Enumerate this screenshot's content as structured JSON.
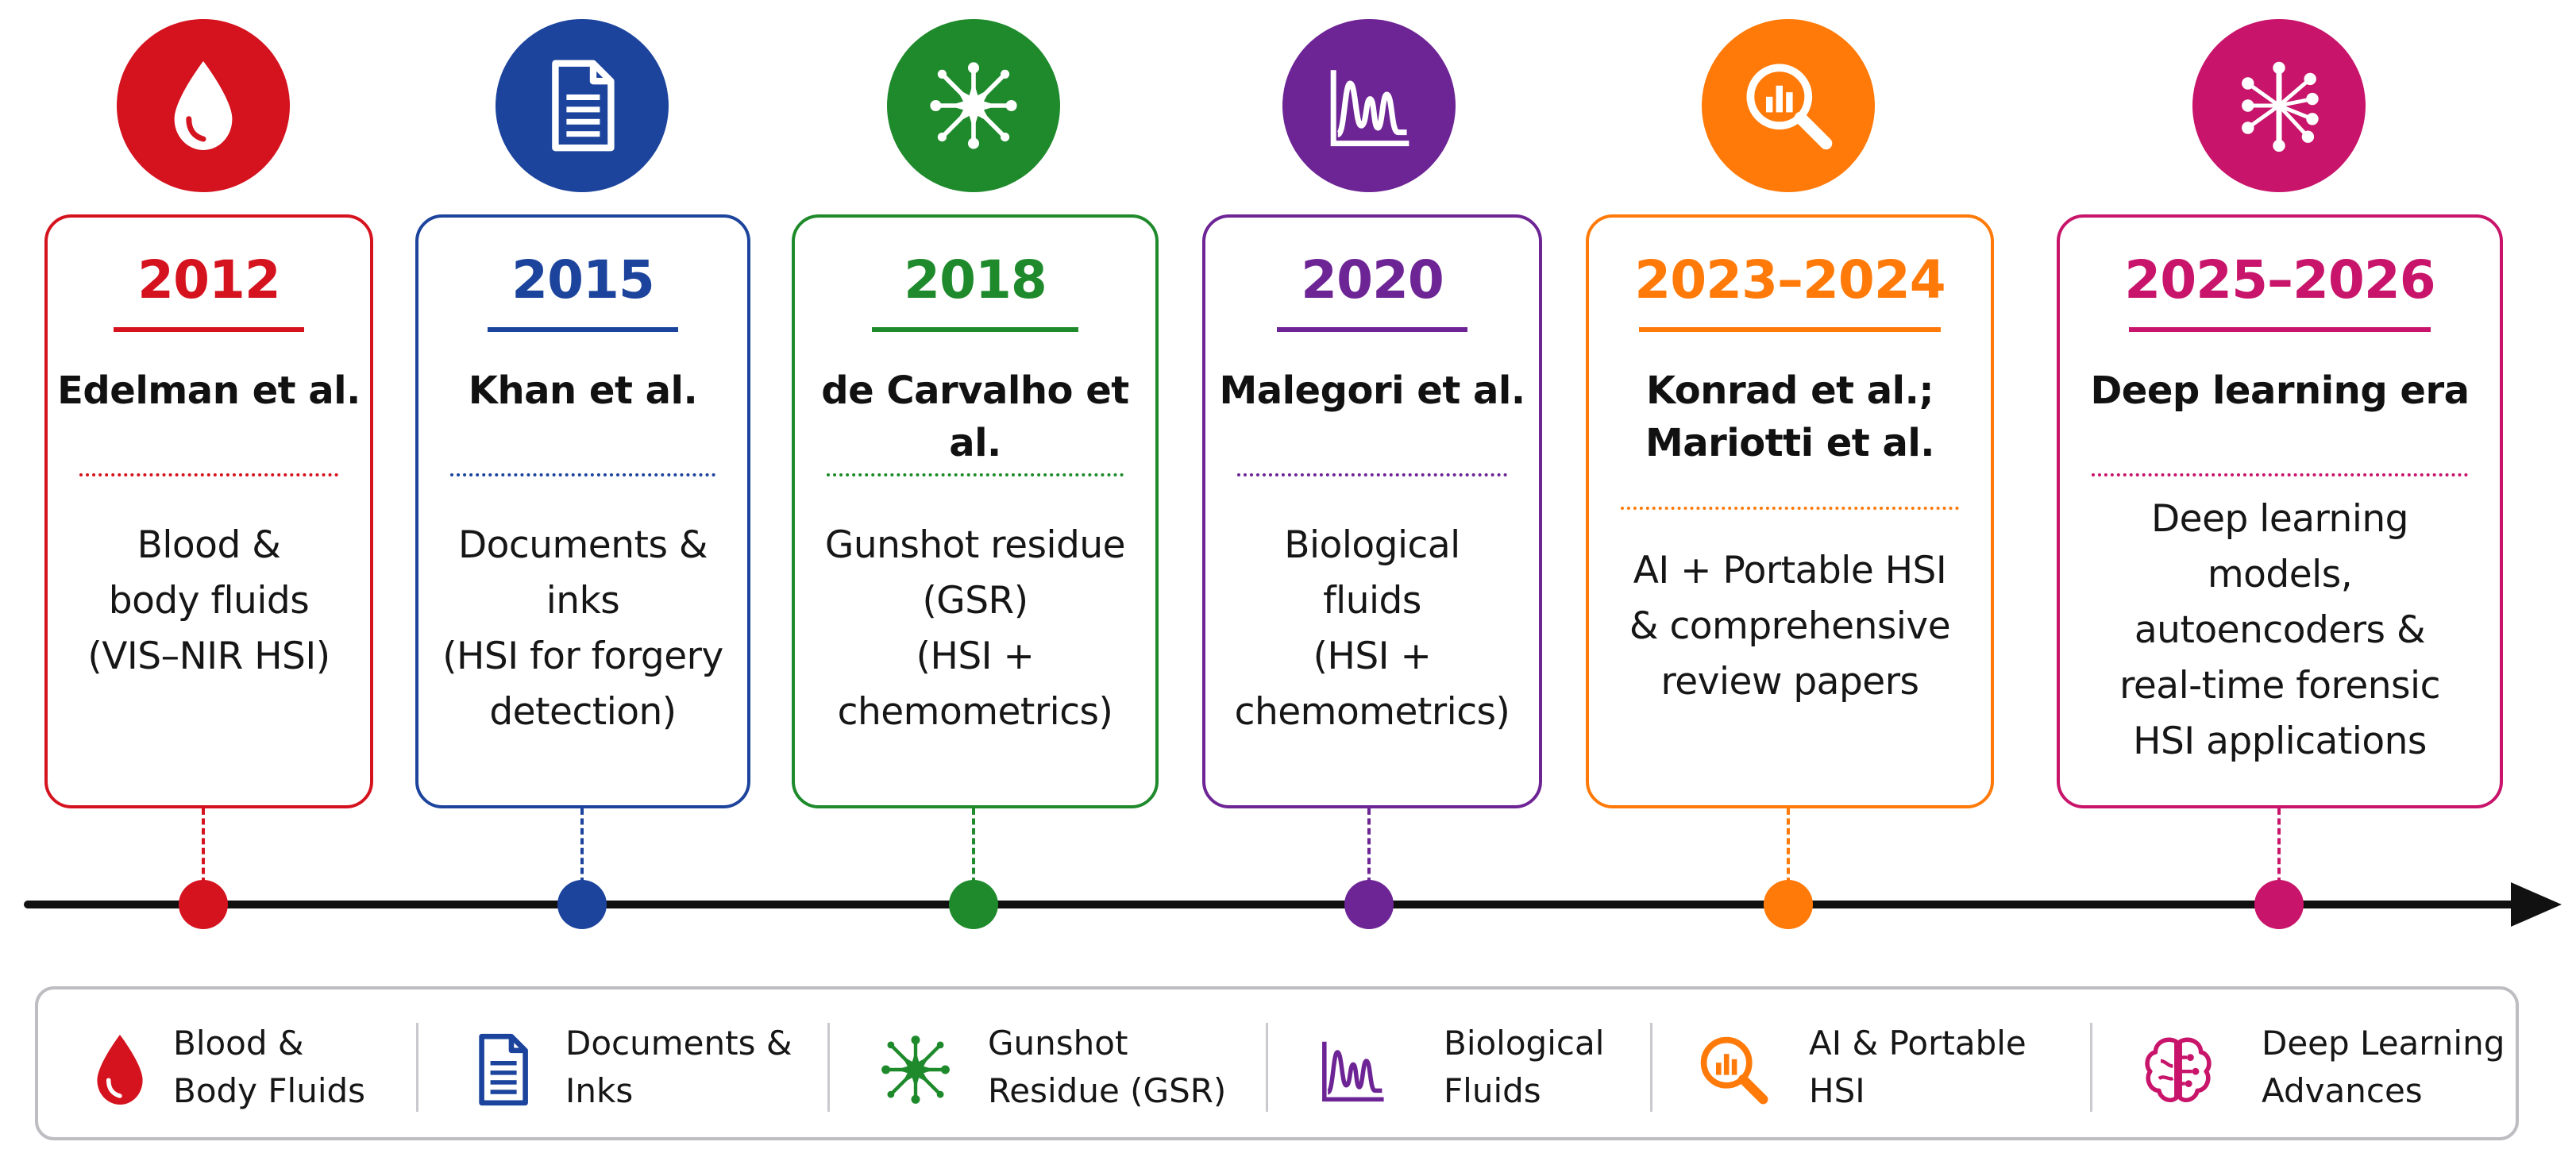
{
  "colors": {
    "red": "#d5131f",
    "blue": "#1c449d",
    "green": "#1e8a2b",
    "purple": "#6d2495",
    "orange": "#ff7a09",
    "magenta": "#c8146a",
    "axis": "#111111",
    "legend_border": "#bdbdc2"
  },
  "milestones": [
    {
      "id": "2012",
      "icon": "blood-drop-icon",
      "color_key": "red",
      "year": "2012",
      "authors": [
        "Edelman et al."
      ],
      "description": [
        "Blood &",
        "body fluids",
        "(VIS–NIR HSI)"
      ]
    },
    {
      "id": "2015",
      "icon": "document-icon",
      "color_key": "blue",
      "year": "2015",
      "authors": [
        "Khan et al."
      ],
      "description": [
        "Documents &",
        "inks",
        "(HSI for forgery",
        "detection)"
      ]
    },
    {
      "id": "2018",
      "icon": "gunshot-residue-icon",
      "color_key": "green",
      "year": "2018",
      "authors": [
        "de Carvalho et al."
      ],
      "description": [
        "Gunshot residue",
        "(GSR)",
        "(HSI +",
        "chemometrics)"
      ]
    },
    {
      "id": "2020",
      "icon": "spectrum-icon",
      "color_key": "purple",
      "year": "2020",
      "authors": [
        "Malegori et al."
      ],
      "description": [
        "Biological",
        "fluids",
        "(HSI +",
        "chemometrics)"
      ]
    },
    {
      "id": "2023-2024",
      "icon": "magnifier-chart-icon",
      "color_key": "orange",
      "year": "2023–2024",
      "authors": [
        "Konrad et al.;",
        "Mariotti et al."
      ],
      "description": [
        "AI + Portable HSI",
        "& comprehensive",
        "review papers"
      ]
    },
    {
      "id": "2025-2026",
      "icon": "neural-network-icon",
      "color_key": "magenta",
      "year": "2025–2026",
      "authors": [
        "Deep learning era"
      ],
      "description": [
        "Deep learning",
        "models,",
        "autoencoders &",
        "real-time forensic",
        "HSI applications"
      ]
    }
  ],
  "legend": [
    {
      "icon": "blood-drop-icon",
      "color_key": "red",
      "label": [
        "Blood &",
        "Body Fluids"
      ]
    },
    {
      "icon": "document-icon",
      "color_key": "blue",
      "label": [
        "Documents &",
        "Inks"
      ]
    },
    {
      "icon": "gunshot-residue-icon",
      "color_key": "green",
      "label": [
        "Gunshot",
        "Residue (GSR)"
      ]
    },
    {
      "icon": "spectrum-icon",
      "color_key": "purple",
      "label": [
        "Biological",
        "Fluids"
      ]
    },
    {
      "icon": "magnifier-chart-icon",
      "color_key": "orange",
      "label": [
        "AI & Portable",
        "HSI"
      ]
    },
    {
      "icon": "brain-icon",
      "color_key": "magenta",
      "label": [
        "Deep Learning",
        "Advances"
      ]
    }
  ]
}
